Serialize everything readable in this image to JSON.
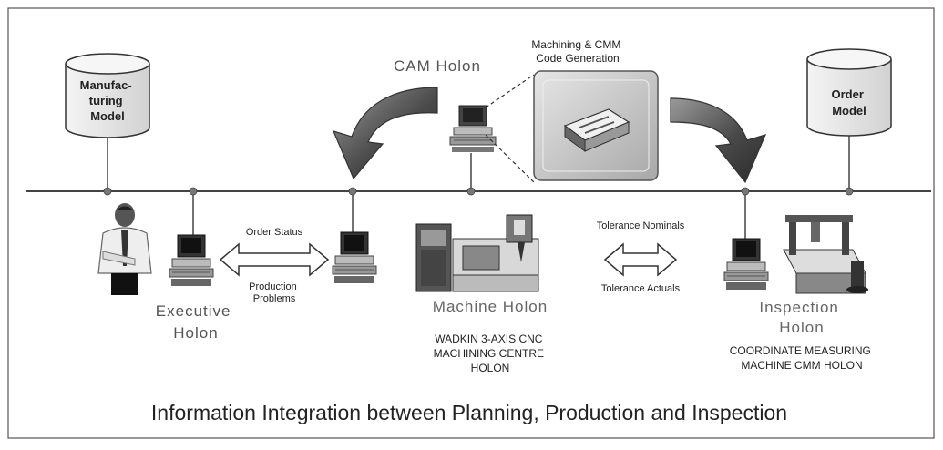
{
  "databases": {
    "manufacturing": [
      "Manufac-",
      "turing",
      "Model"
    ],
    "order": [
      "Order",
      "Model"
    ]
  },
  "cam": {
    "title": "CAM Holon",
    "code_gen": [
      "Machining & CMM",
      "Code Generation"
    ]
  },
  "executive": {
    "title": [
      "Executive",
      "Holon"
    ],
    "order_status": "Order Status",
    "production_problems": [
      "Production",
      "Problems"
    ]
  },
  "machine": {
    "title": "Machine Holon",
    "desc": [
      "WADKIN 3-AXIS CNC",
      "MACHINING CENTRE",
      "HOLON"
    ]
  },
  "inspection": {
    "title": [
      "Inspection",
      "Holon"
    ],
    "tolerance_nominals": "Tolerance Nominals",
    "tolerance_actuals": "Tolerance Actuals",
    "desc": [
      "COORDINATE MEASURING",
      "MACHINE CMM HOLON"
    ]
  },
  "caption": "Information Integration between Planning, Production and Inspection",
  "colors": {
    "line": "#444444",
    "node": "#7a7a7a",
    "arrow_dark": "#3c3c3c",
    "arrow_light": "#8e8e8e",
    "panel": "#c9c9c9",
    "text_gray": "#6e6e6e"
  }
}
